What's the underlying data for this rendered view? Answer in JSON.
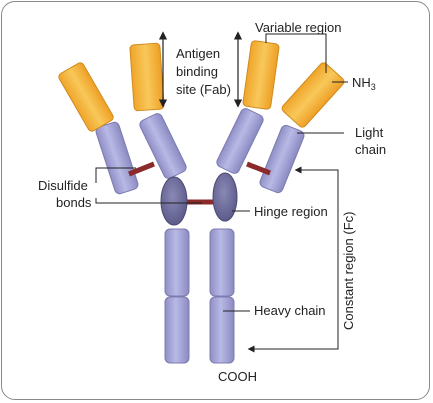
{
  "labels": {
    "antigen_binding_line1": "Antigen",
    "antigen_binding_line2": "binding",
    "antigen_binding_line3": "site (Fab)",
    "variable_region": "Variable region",
    "nh3_base": "NH",
    "nh3_sub": "3",
    "light_chain_line1": "Light",
    "light_chain_line2": "chain",
    "disulfide_line1": "Disulfide",
    "disulfide_line2": "bonds",
    "hinge_region": "Hinge region",
    "constant_region": "Constant region (Fc)",
    "heavy_chain": "Heavy chain",
    "cooh": "COOH"
  },
  "colors": {
    "variable_domain": "#f4b63a",
    "constant_domain": "#a6a6d8",
    "domain_stroke": "#7b7bb0",
    "hinge": "#6a6896",
    "disulfide_bond": "#8b2a2a",
    "line": "#333333"
  }
}
